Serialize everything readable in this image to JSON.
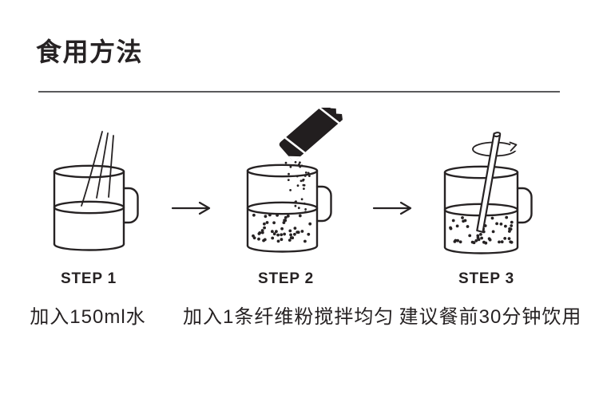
{
  "header": {
    "title": "食用方法"
  },
  "steps": [
    {
      "label": "STEP 1",
      "caption": "加入150ml水",
      "illustration": "mug-with-water-pour"
    },
    {
      "label": "STEP 2",
      "caption": "加入1条纤维粉搅拌均匀",
      "illustration": "mug-with-powder-sachet"
    },
    {
      "label": "STEP 3",
      "caption": "建议餐前30分钟饮用",
      "illustration": "mug-with-stir-rod"
    }
  ],
  "arrows": {
    "glyph": "→"
  },
  "colors": {
    "ink": "#262223",
    "divider": "#5a5a5c",
    "sachet_fill": "#221e1f",
    "background": "#ffffff"
  }
}
